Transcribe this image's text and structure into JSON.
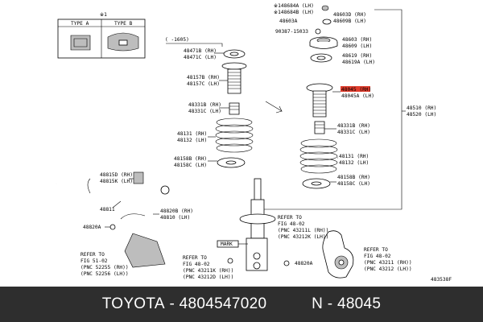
{
  "inset": {
    "note": "※1",
    "type_a": "TYPE A",
    "type_b": "TYPE B"
  },
  "date_range": "(   -1605)",
  "parts_left": {
    "p48471": [
      "48471B (RH)",
      "48471C (LH)"
    ],
    "p48157": [
      "48157B (RH)",
      "48157C (LH)"
    ],
    "p48331": [
      "48331B (RH)",
      "48331C (LH)"
    ],
    "p48131": [
      "48131 (RH)",
      "48132 (LH)"
    ],
    "p48158": [
      "48158B (RH)",
      "48158C (LH)"
    ]
  },
  "parts_right": {
    "p48684": [
      "※148684A (LH)",
      "※148684B (LH)"
    ],
    "p48603": [
      "48603A",
      "48603D (RH)",
      "48609B (LH)"
    ],
    "p90387": "90387-15033",
    "p48603b": [
      "48603 (RH)",
      "48609 (LH)"
    ],
    "p48619": [
      "48619 (RH)",
      "48619A (LH)"
    ],
    "p48045": [
      "48045 (RH)",
      "48045A (LH)"
    ],
    "p48331": [
      "48331B (RH)",
      "48331C (LH)"
    ],
    "p48131": [
      "48131 (RH)",
      "48132 (LH)"
    ],
    "p48158": [
      "48158B (RH)",
      "48158C (LH)"
    ],
    "p48510": [
      "48510 (RH)",
      "48520 (LH)"
    ]
  },
  "parts_lower": {
    "p48815": [
      "48815D (RH)",
      "48815K (LH)"
    ],
    "p48811": "48811",
    "p48820b": [
      "48820B (RH)",
      "48810 (LH)"
    ],
    "p48820a": "48820A",
    "p48820a2": "48820A",
    "mark": "MARK"
  },
  "refs": {
    "ref1": [
      "REFER TO",
      "FIG 51-02",
      "(PNC 52255 (RH))",
      "(PNC 52256 (LH))"
    ],
    "ref2": [
      "REFER TO",
      "FIG 48-02",
      "(PNC 43211K (RH))",
      "(PNC 43212D (LH))"
    ],
    "ref3": [
      "REFER TO",
      "FIG 48-02",
      "(PNC 43211L (RH))",
      "(PNC 43212K (LH))"
    ],
    "ref4": [
      "REFER TO",
      "FIG 48-02",
      "(PNC 43211 (RH))",
      "(PNC 43212 (LH))"
    ]
  },
  "diagram_code": "483538F",
  "footer": {
    "brand": "TOYOTA",
    "part_number": "4804547020",
    "ref_label": "N",
    "ref_number": "48045"
  },
  "colors": {
    "highlight": "#e03c2c",
    "footer_bg": "#2e2e2e"
  }
}
